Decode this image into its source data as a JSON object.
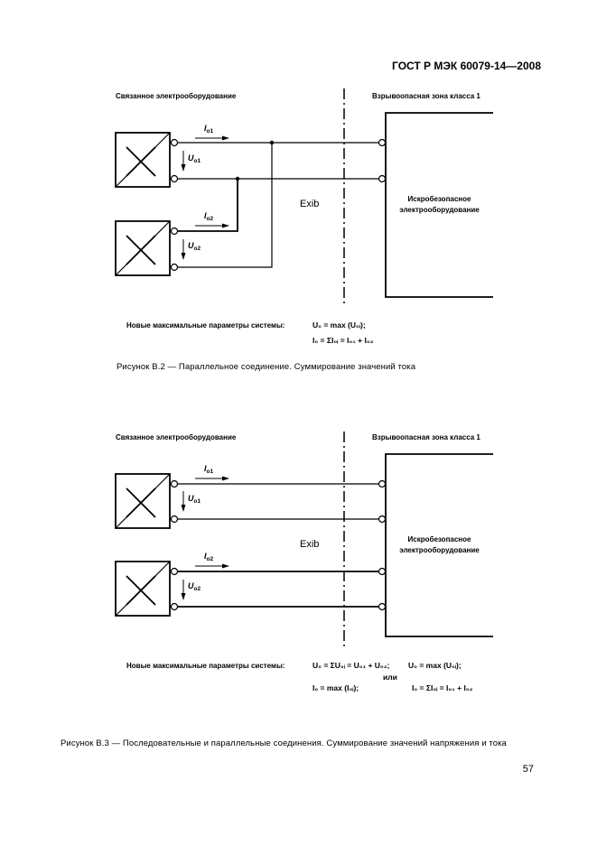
{
  "header": {
    "title": "ГОСТ Р МЭК 60079-14—2008"
  },
  "page_number": "57",
  "figure_b2": {
    "left_label": "Связанное электрооборудование",
    "right_label": "Взрывоопасная зона класса 1",
    "box_label_line1": "Искробезопасное",
    "box_label_line2": "электрооборудование",
    "exib": "Exib",
    "i1": "I",
    "i1_sub": "o1",
    "u1": "U",
    "u1_sub": "o1",
    "i2": "I",
    "i2_sub": "o2",
    "u2": "U",
    "u2_sub": "o2",
    "params_label": "Новые максимальные параметры системы:",
    "formula_line1": "U₀ = max (U₀ᵢ);",
    "formula_line2": "I₀ = ΣI₀ᵢ = I₀₁ + I₀₂",
    "caption": "Рисунок В.2 — Параллельное соединение. Суммирование значений тока"
  },
  "figure_b3": {
    "left_label": "Связанное электрооборудование",
    "right_label": "Взрывоопасная зона класса 1",
    "box_label_line1": "Искробезопасное",
    "box_label_line2": "электрооборудование",
    "exib": "Exib",
    "i1": "I",
    "i1_sub": "o1",
    "u1": "U",
    "u1_sub": "o1",
    "i2": "I",
    "i2_sub": "o2",
    "u2": "U",
    "u2_sub": "o2",
    "params_label": "Новые максимальные параметры системы:",
    "formula_a": "U₀ = ΣU₀ᵢ = U₀₁ + U₀₂;",
    "formula_b": "U₀ = max (U₀ᵢ);",
    "or_label": "или",
    "formula_c": "I₀ = max (I₀ᵢ);",
    "formula_d": "I₀ = ΣI₀ᵢ = I₀₁ + I₀₂",
    "caption": "Рисунок В.3 — Последовательные и параллельные соединения. Суммирование значений напряжения и тока"
  }
}
